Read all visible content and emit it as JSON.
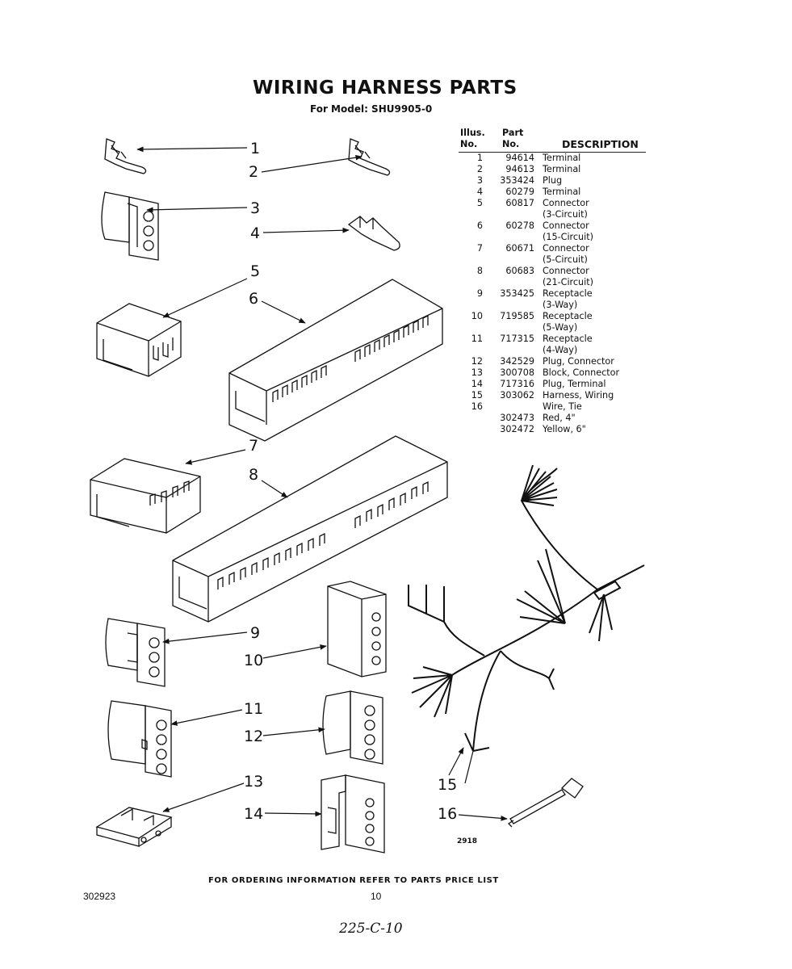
{
  "header": {
    "title": "WIRING HARNESS PARTS",
    "subtitle": "For Model: SHU9905-0"
  },
  "table": {
    "headers": {
      "illus_line1": "Illus.",
      "illus_line2": "No.",
      "part_line1": "Part",
      "part_line2": "No.",
      "description": "DESCRIPTION"
    },
    "rows": [
      {
        "no": "1",
        "part": "94614",
        "desc": "Terminal"
      },
      {
        "no": "2",
        "part": "94613",
        "desc": "Terminal"
      },
      {
        "no": "3",
        "part": "353424",
        "desc": "Plug"
      },
      {
        "no": "4",
        "part": "60279",
        "desc": "Terminal"
      },
      {
        "no": "5",
        "part": "60817",
        "desc": "Connector"
      },
      {
        "no": "",
        "part": "",
        "desc": "(3-Circuit)"
      },
      {
        "no": "6",
        "part": "60278",
        "desc": "Connector"
      },
      {
        "no": "",
        "part": "",
        "desc": "(15-Circuit)"
      },
      {
        "no": "7",
        "part": "60671",
        "desc": "Connector"
      },
      {
        "no": "",
        "part": "",
        "desc": "(5-Circuit)"
      },
      {
        "no": "8",
        "part": "60683",
        "desc": "Connector"
      },
      {
        "no": "",
        "part": "",
        "desc": "(21-Circuit)"
      },
      {
        "no": "9",
        "part": "353425",
        "desc": "Receptacle"
      },
      {
        "no": "",
        "part": "",
        "desc": "(3-Way)"
      },
      {
        "no": "10",
        "part": "719585",
        "desc": "Receptacle"
      },
      {
        "no": "",
        "part": "",
        "desc": "(5-Way)"
      },
      {
        "no": "11",
        "part": "717315",
        "desc": "Receptacle"
      },
      {
        "no": "",
        "part": "",
        "desc": "(4-Way)"
      },
      {
        "no": "12",
        "part": "342529",
        "desc": "Plug, Connector"
      },
      {
        "no": "13",
        "part": "300708",
        "desc": "Block, Connector"
      },
      {
        "no": "14",
        "part": "717316",
        "desc": "Plug, Terminal"
      },
      {
        "no": "15",
        "part": "303062",
        "desc": "Harness, Wiring"
      },
      {
        "no": "16",
        "part": "",
        "desc": "Wire, Tie"
      },
      {
        "no": "",
        "part": "302473",
        "desc": "Red, 4\""
      },
      {
        "no": "",
        "part": "302472",
        "desc": "Yellow, 6\""
      }
    ]
  },
  "callouts": {
    "c1": "1",
    "c2": "2",
    "c3": "3",
    "c4": "4",
    "c5": "5",
    "c6": "6",
    "c7": "7",
    "c8": "8",
    "c9": "9",
    "c10": "10",
    "c11": "11",
    "c12": "12",
    "c13": "13",
    "c14": "14",
    "c15": "15",
    "c16": "16"
  },
  "figure_code": "2918",
  "footer": {
    "note": "FOR ORDERING INFORMATION REFER TO PARTS PRICE LIST",
    "doc_number": "302923",
    "page_number": "10",
    "handwritten": "225-C-10"
  }
}
